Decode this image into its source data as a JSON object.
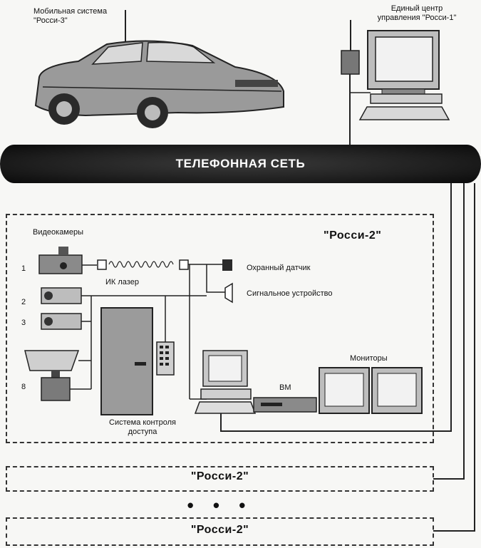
{
  "mobile_system": {
    "line1": "Мобильная система",
    "line2": "\"Росси-3\""
  },
  "central": {
    "line1": "Единый центр",
    "line2": "управления \"Росси-1\""
  },
  "network": {
    "title": "ТЕЛЕФОННАЯ СЕТЬ"
  },
  "site": {
    "title": "\"Росси-2\"",
    "cameras_label": "Видеокамеры",
    "camera_numbers": [
      "1",
      "2",
      "3",
      "8"
    ],
    "ir_laser": "ИК лазер",
    "security_sensor": "Охранный датчик",
    "alarm_device": "Сигнальное устройство",
    "access_control": {
      "line1": "Система контроля",
      "line2": "доступа"
    },
    "vcr": "ВМ",
    "monitors": "Мониторы"
  },
  "other_sites": [
    "\"Росси-2\"",
    "\"Росси-2\""
  ],
  "ellipsis": "• • •"
}
